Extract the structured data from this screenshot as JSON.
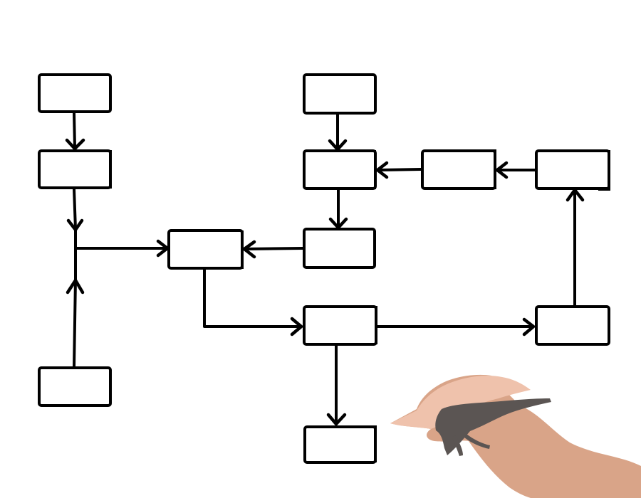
{
  "diagram": {
    "type": "flowchart",
    "style": "hand-drawn",
    "box_labels": "none",
    "colors": {
      "background": "#ffffff",
      "stroke": "#000000",
      "box_fill": "#ffffff"
    },
    "nodes": [
      {
        "id": "n1"
      },
      {
        "id": "n2"
      },
      {
        "id": "n3"
      },
      {
        "id": "n4"
      },
      {
        "id": "n5"
      },
      {
        "id": "n6"
      },
      {
        "id": "n7"
      },
      {
        "id": "n8"
      },
      {
        "id": "n9"
      },
      {
        "id": "n10"
      },
      {
        "id": "n11"
      },
      {
        "id": "n12"
      }
    ],
    "edges": [
      {
        "from": "n1",
        "to": "n2"
      },
      {
        "from": "n2",
        "to": "n4"
      },
      {
        "from": "n3",
        "to": "n4"
      },
      {
        "from": "n5",
        "to": "n6"
      },
      {
        "from": "n6",
        "to": "n7"
      },
      {
        "from": "n7",
        "to": "n4"
      },
      {
        "from": "n8",
        "to": "n6"
      },
      {
        "from": "n9",
        "to": "n8"
      },
      {
        "from": "n4",
        "to": "n10"
      },
      {
        "from": "n10",
        "to": "n11"
      },
      {
        "from": "n11",
        "to": "n9"
      },
      {
        "from": "n10",
        "to": "n12"
      }
    ]
  },
  "illustration": {
    "hand_icon": "hand-with-marker-icon",
    "colors": {
      "skin": "#d9a488",
      "skin_light": "#efc2ac",
      "marker": "#5b5553"
    }
  }
}
